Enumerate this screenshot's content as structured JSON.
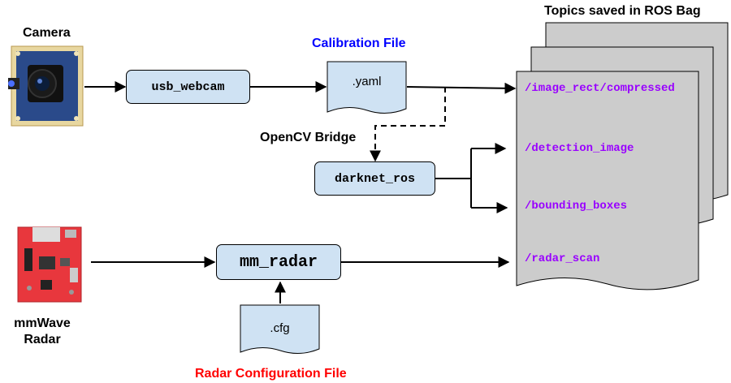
{
  "labels": {
    "camera": "Camera",
    "calibration_file": "Calibration File",
    "opencv_bridge": "OpenCV Bridge",
    "topics_title": "Topics saved in ROS Bag",
    "radar_line1": "mmWave",
    "radar_line2": "Radar",
    "radar_config_file": "Radar Configuration File"
  },
  "nodes": {
    "usb_webcam": "usb_webcam",
    "darknet_ros": "darknet_ros",
    "mm_radar": "mm_radar"
  },
  "files": {
    "yaml": ".yaml",
    "cfg": ".cfg"
  },
  "topics": [
    "/image_rect/compressed",
    "/detection_image",
    "/bounding_boxes",
    "/radar_scan"
  ],
  "colors": {
    "calibration_label": "#0000ff",
    "radar_config_label": "#ff0000",
    "topic_text": "#9900ff",
    "node_fill": "#cfe2f3",
    "doc_fill": "#cfe2f3",
    "bag_fill": "#cccccc"
  }
}
